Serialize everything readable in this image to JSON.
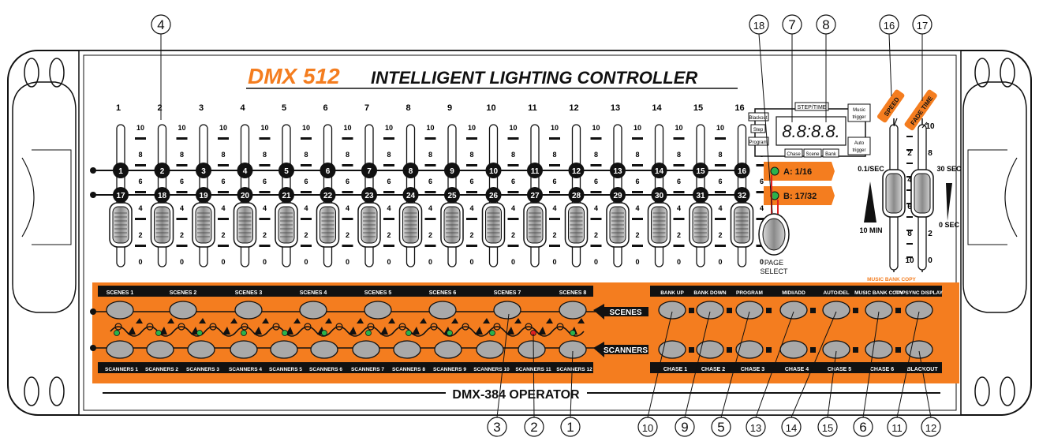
{
  "title": {
    "brand": "DMX 512",
    "subtitle": "INTELLIGENT LIGHTING CONTROLLER"
  },
  "bottom_label": "DMX-384 OPERATOR",
  "channels": [
    "1",
    "2",
    "3",
    "4",
    "5",
    "6",
    "7",
    "8",
    "9",
    "10",
    "11",
    "12",
    "13",
    "14",
    "15",
    "16"
  ],
  "fader_scale": [
    "10",
    "8",
    "6",
    "4",
    "2",
    "0"
  ],
  "bank_a_numbers": [
    "1",
    "2",
    "3",
    "4",
    "5",
    "6",
    "7",
    "8",
    "9",
    "10",
    "11",
    "12",
    "13",
    "14",
    "15",
    "16"
  ],
  "bank_b_numbers": [
    "17",
    "18",
    "19",
    "20",
    "21",
    "22",
    "23",
    "24",
    "25",
    "26",
    "27",
    "28",
    "29",
    "30",
    "31",
    "32"
  ],
  "page_a_label": "A: 1/16",
  "page_b_label": "B: 17/32",
  "page_select_label": [
    "PAGE",
    "SELECT"
  ],
  "display": {
    "digits": "8.8:8.8.",
    "step_time": "STEP/TIME",
    "blackout": "Blackout",
    "step": "Step",
    "program": "Program",
    "chase": "Chase",
    "scene": "Scene",
    "bank": "Bank",
    "music_trigger": [
      "Music",
      "trigger"
    ],
    "auto_trigger": [
      "Auto",
      "trigger"
    ]
  },
  "speed": {
    "badge": "SPEED",
    "top": "0.1/SEC",
    "bottom": "10 MIN",
    "scale": [
      "0",
      "2",
      "4",
      "6",
      "8",
      "10"
    ]
  },
  "fade": {
    "badge": "FADE TIME",
    "top": "30 SEC",
    "bottom": "0 SEC",
    "scale": [
      "10",
      "8",
      "6",
      "4",
      "2",
      "0"
    ]
  },
  "scenes": [
    "SCENES 1",
    "SCENES 2",
    "SCENES 3",
    "SCENES 4",
    "SCENES 5",
    "SCENES 6",
    "SCENES 7",
    "SCENES 8"
  ],
  "scanners": [
    "SCANNERS 1",
    "SCANNERS 2",
    "SCANNERS 3",
    "SCANNERS 4",
    "SCANNERS 5",
    "SCANNERS 6",
    "SCANNERS 7",
    "SCANNERS 8",
    "SCANNERS 9",
    "SCANNERS 10",
    "SCANNERS 11",
    "SCANNERS 12"
  ],
  "scenes_arrow": "SCENES",
  "scanners_arrow": "SCANNERS",
  "function_top": [
    "BANK UP",
    "BANK DOWN",
    "PROGRAM",
    "MIDI/ADD",
    "AUTO/DEL",
    "MUSIC BANK COPY",
    "TAPSYNC DISPLAY"
  ],
  "music_bank_copy_header": "MUSIC BANK COPY",
  "function_bottom": [
    "CHASE 1",
    "CHASE 2",
    "CHASE 3",
    "CHASE 4",
    "CHASE 5",
    "CHASE 6",
    "BLACKOUT"
  ],
  "callouts_top": [
    "4",
    "18",
    "7",
    "8",
    "16",
    "17"
  ],
  "callouts_bottom": [
    "3",
    "2",
    "1",
    "10",
    "9",
    "5",
    "13",
    "14",
    "15",
    "6",
    "11",
    "12"
  ],
  "colors": {
    "orange": "#f47d1f",
    "black": "#111111",
    "panel_line": "#222222",
    "led_green": "#2bb24c",
    "led_red": "#e12020",
    "button_gray": "#a9a9a9"
  }
}
